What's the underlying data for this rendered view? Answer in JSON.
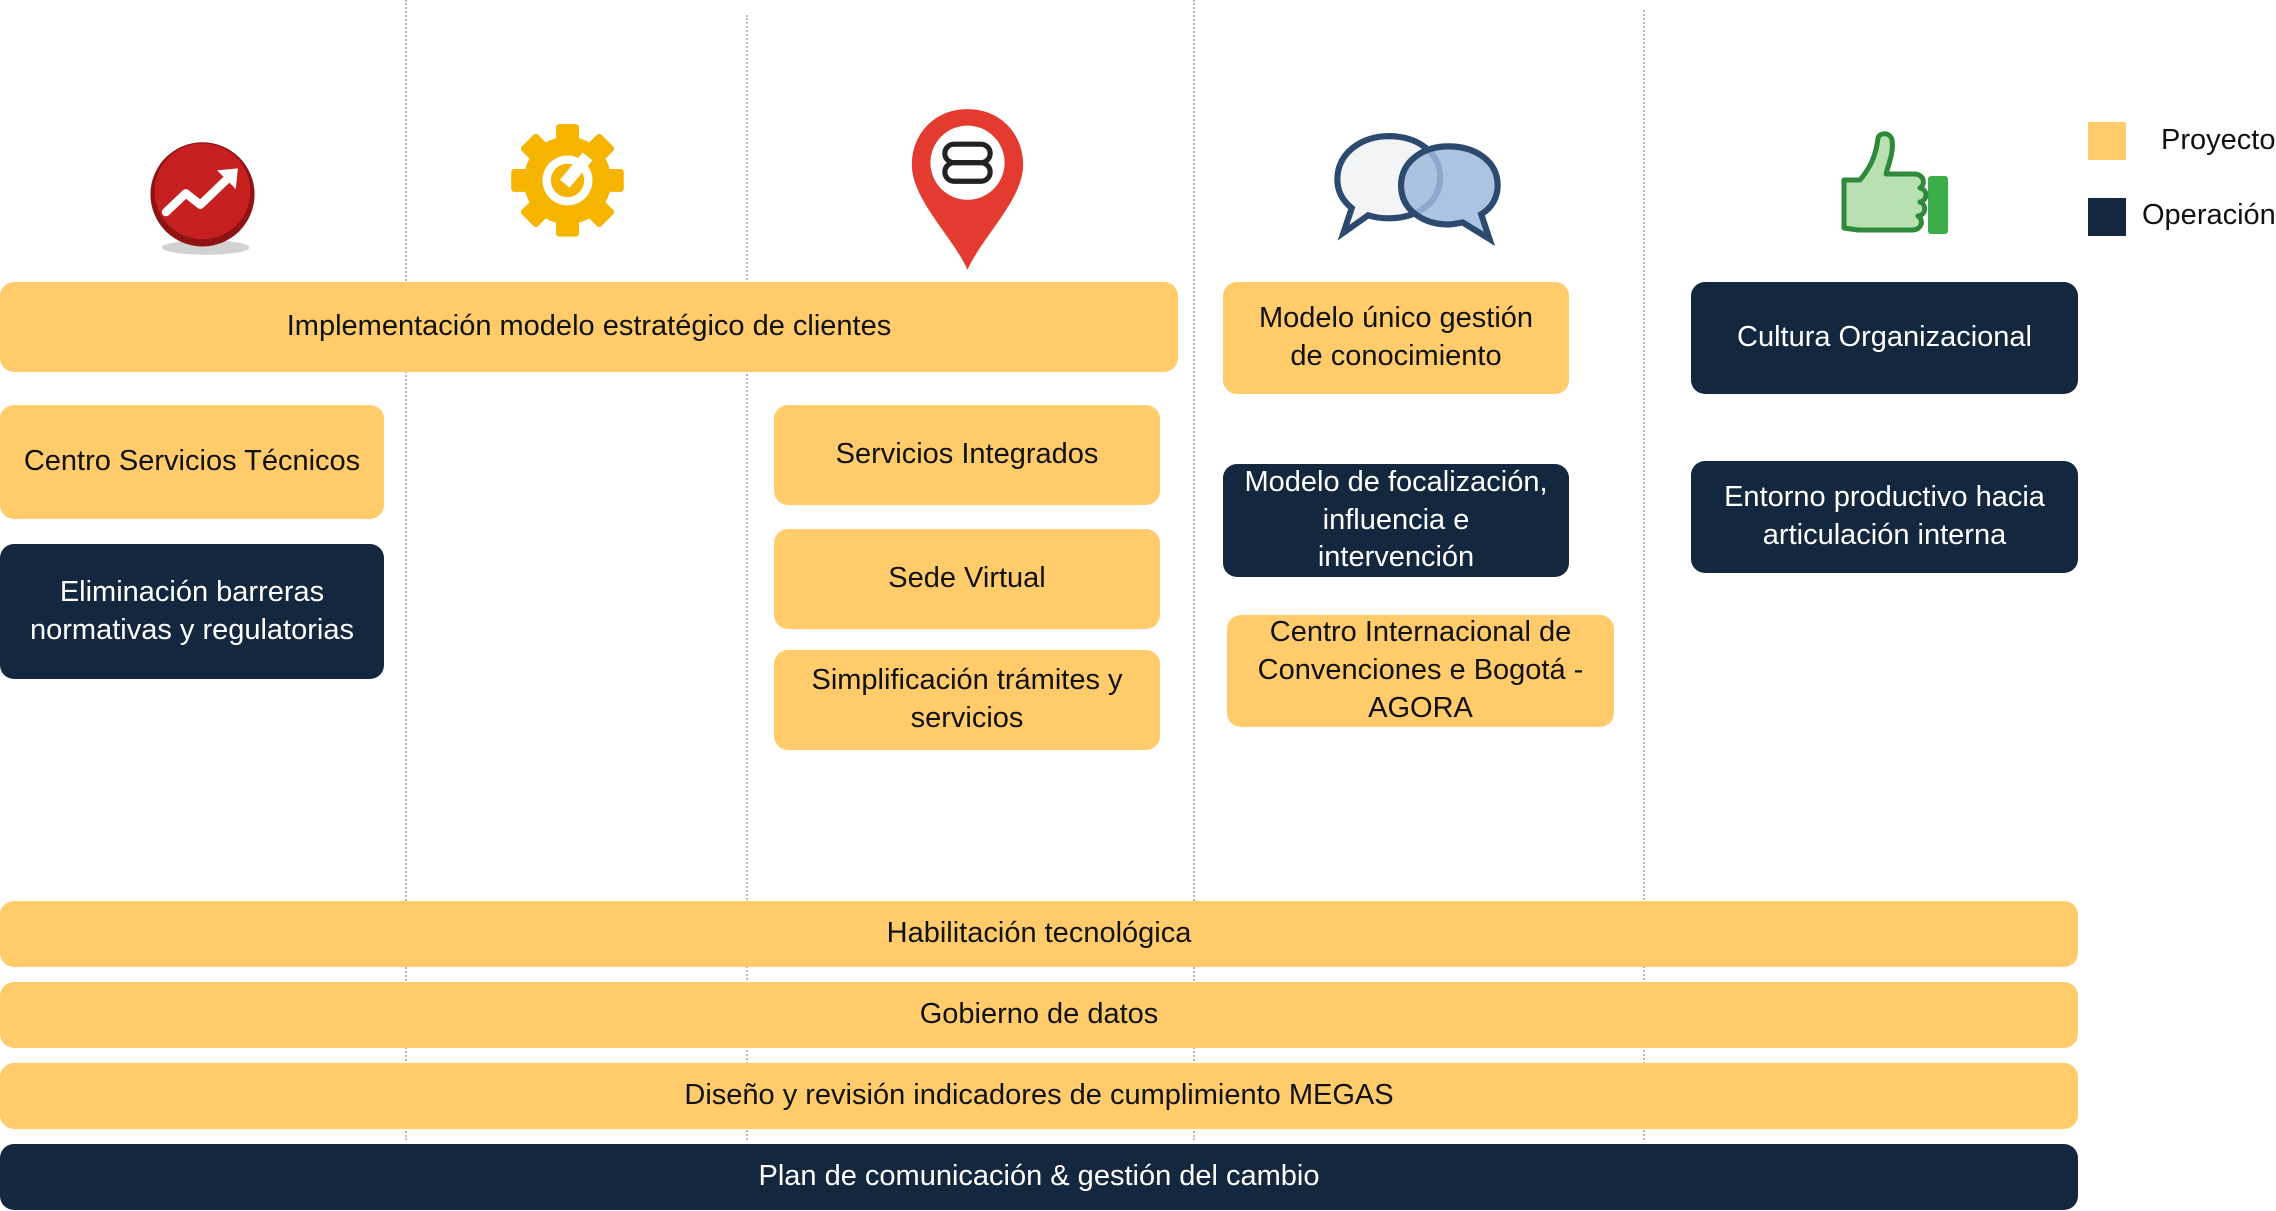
{
  "colors": {
    "proyecto": "#ffcb6b",
    "operacion": "#13273f",
    "divider": "#b9b9b9"
  },
  "legend": {
    "proyecto": "Proyecto",
    "operacion": "Operación"
  },
  "icons": [
    "trend-up-icon",
    "gear-icon",
    "location-pin-icon",
    "chat-bubbles-icon",
    "thumbs-up-icon"
  ],
  "boxes": {
    "modelo_estrategico": "Implementación modelo estratégico de clientes",
    "modelo_conocimiento": "Modelo único gestión de conocimiento",
    "cultura": "Cultura Organizacional",
    "centro_servicios": "Centro Servicios Técnicos",
    "eliminacion_barreras": "Eliminación barreras normativas y regulatorias",
    "servicios_integrados": "Servicios Integrados",
    "sede_virtual": "Sede Virtual",
    "simplificacion": "Simplificación trámites y servicios",
    "focalizacion": "Modelo de focalización, influencia e intervención",
    "agora": "Centro Internacional de Convenciones e Bogotá - AGORA",
    "entorno_productivo": "Entorno productivo hacia articulación interna"
  },
  "bars": {
    "habilitacion": "Habilitación tecnológica",
    "gobierno": "Gobierno de datos",
    "indicadores": "Diseño y revisión indicadores de cumplimiento MEGAS",
    "comunicacion": "Plan de comunicación & gestión del cambio"
  }
}
